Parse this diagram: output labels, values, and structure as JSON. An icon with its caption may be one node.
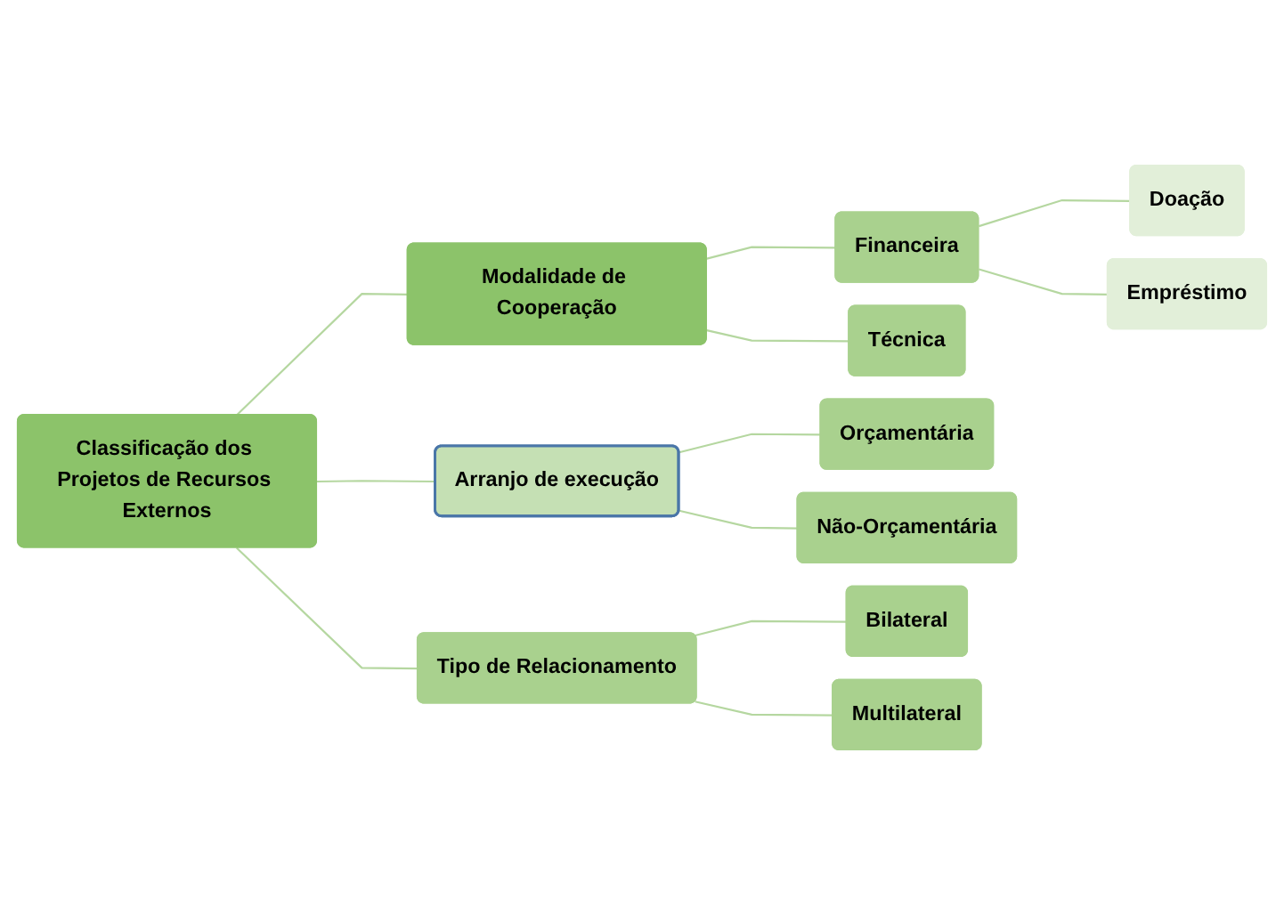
{
  "diagram": {
    "nodes": [
      {
        "text": [
          "Classificação dos Projetos de Recursos Externos"
        ]
      },
      {
        "text": [
          "Modalidade de Cooperação"
        ]
      },
      {
        "text": [
          "Arranjo de execução"
        ]
      },
      {
        "text": [
          "Tipo de Relacionamento"
        ]
      },
      {
        "text": [
          "Financeira"
        ]
      },
      {
        "text": [
          "Técnica"
        ]
      },
      {
        "text": [
          "Orçamentária"
        ]
      },
      {
        "text": [
          "Não-Orçamentária"
        ]
      },
      {
        "text": [
          "Bilateral"
        ]
      },
      {
        "text": [
          "Multilateral"
        ]
      },
      {
        "text": [
          "Doação"
        ]
      },
      {
        "text": [
          "Empréstimo"
        ]
      }
    ],
    "edges": [
      {
        "from": 0,
        "to": 1,
        "arrow": "none"
      },
      {
        "from": 0,
        "to": 2,
        "arrow": "none"
      },
      {
        "from": 0,
        "to": 3,
        "arrow": "none"
      },
      {
        "from": 1,
        "to": 4,
        "arrow": "none"
      },
      {
        "from": 1,
        "to": 5,
        "arrow": "none"
      },
      {
        "from": 2,
        "to": 6,
        "arrow": "none"
      },
      {
        "from": 2,
        "to": 7,
        "arrow": "none"
      },
      {
        "from": 3,
        "to": 8,
        "arrow": "none"
      },
      {
        "from": 3,
        "to": 9,
        "arrow": "none"
      },
      {
        "from": 4,
        "to": 10,
        "arrow": "none"
      },
      {
        "from": 4,
        "to": 11,
        "arrow": "none"
      }
    ]
  }
}
